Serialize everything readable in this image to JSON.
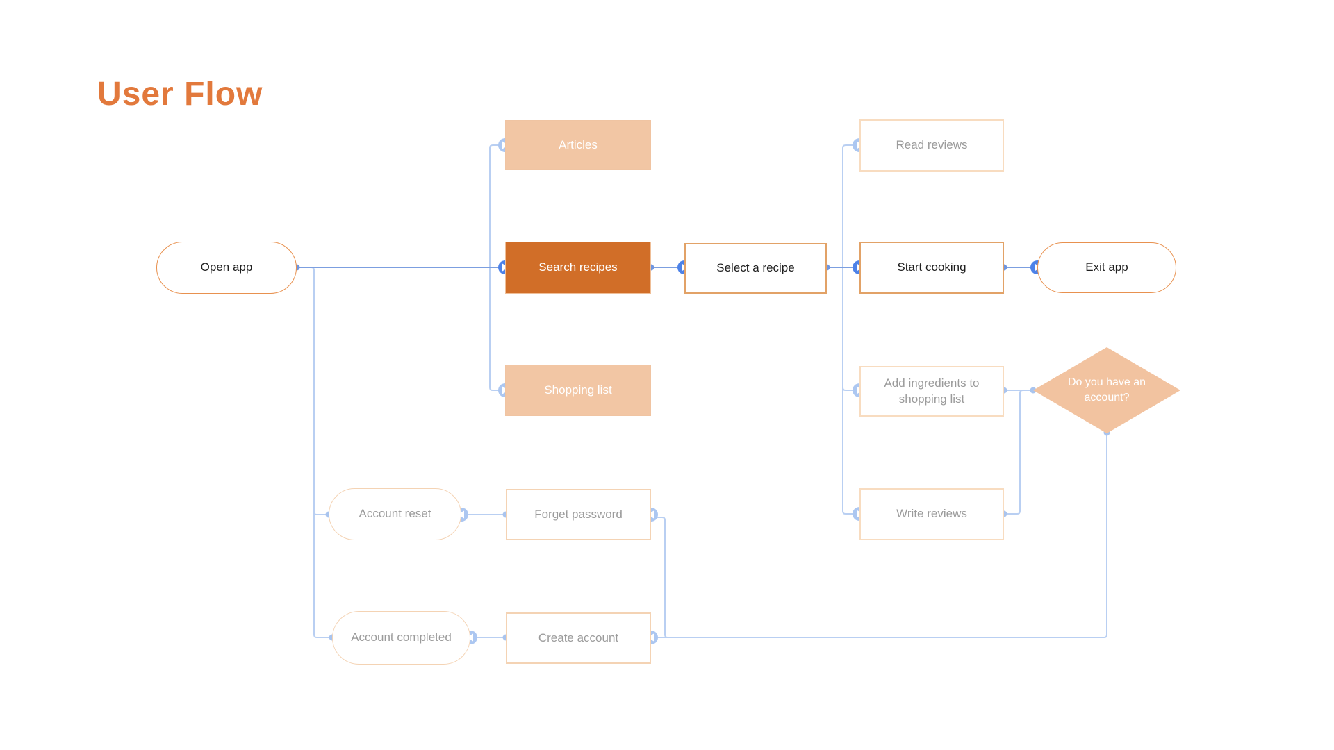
{
  "title": "User Flow",
  "palette": {
    "title_orange": "#E2793C",
    "strong_orange_fill": "#D16E28",
    "soft_peach_fill": "#F2C6A4",
    "diamond_peach_fill": "#F2C3A0",
    "pill_orange_border": "#E8914F",
    "mid_orange_border": "#E2A267",
    "faint_peach_border": "#F8DCC0",
    "soft_peach_border": "#F4D3B4",
    "bright_line_blue": "#7C9FE0",
    "light_line_blue": "#B9CFF2",
    "bright_marker_blue": "#4D82E8",
    "light_marker_blue": "#ACC7F1",
    "bright_dot_blue": "#6F96E0",
    "light_dot_blue": "#A9C4EE",
    "dark_text": "#1F1F1F",
    "gray_text": "#9B9B9B",
    "white_text": "#FFFFFF"
  },
  "nodes": {
    "open_app": {
      "label": "Open app"
    },
    "articles": {
      "label": "Articles"
    },
    "search_recipes": {
      "label": "Search recipes"
    },
    "shopping_list": {
      "label": "Shopping list"
    },
    "select_recipe": {
      "label": "Select a recipe"
    },
    "read_reviews": {
      "label": "Read reviews"
    },
    "start_cooking": {
      "label": "Start cooking"
    },
    "add_ingredients": {
      "label": "Add ingredients to shopping list"
    },
    "write_reviews": {
      "label": "Write reviews"
    },
    "exit_app": {
      "label": "Exit app"
    },
    "decision_account": {
      "label_line1": "Do you have  an",
      "label_line2": "account?"
    },
    "account_reset": {
      "label": "Account reset"
    },
    "forget_password": {
      "label": "Forget password"
    },
    "account_completed": {
      "label": "Account completed"
    },
    "create_account": {
      "label": "Create account"
    }
  }
}
